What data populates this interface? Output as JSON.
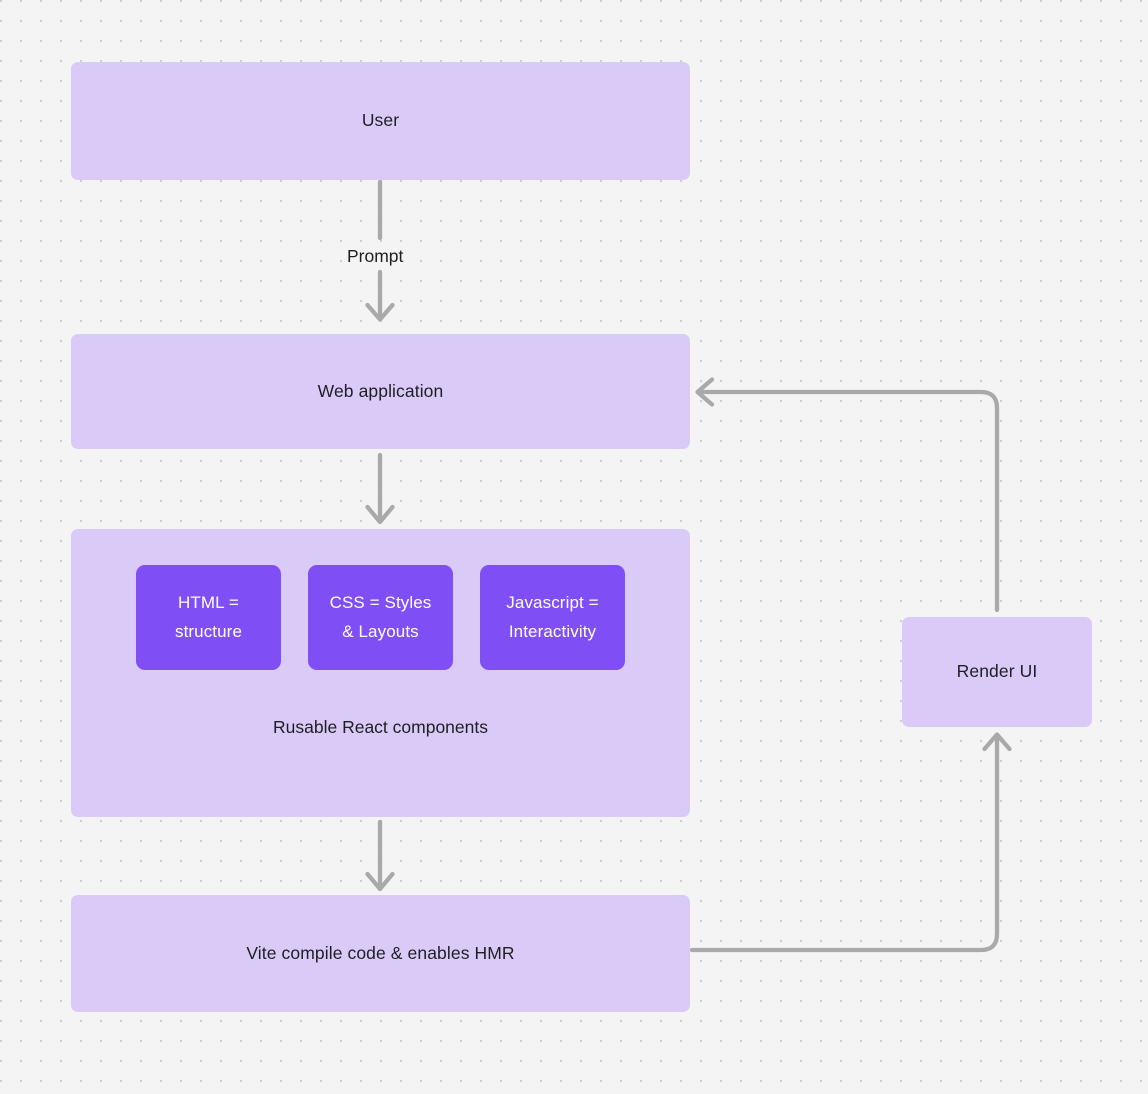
{
  "diagram": {
    "type": "flowchart",
    "background": "#f4f4f4",
    "node_fill": "#d9caf8",
    "chip_fill": "#7f4ef5",
    "edge_color": "#a9a9a9",
    "text_color": "#1f1f22",
    "nodes": [
      {
        "id": "user",
        "label": "User"
      },
      {
        "id": "webapp",
        "label": "Web application"
      },
      {
        "id": "components",
        "caption": "Rusable React components"
      },
      {
        "id": "vite",
        "label": "Vite compile code & enables HMR"
      },
      {
        "id": "render",
        "label": "Render UI"
      }
    ],
    "chips": [
      {
        "id": "html",
        "label": "HTML =\nstructure"
      },
      {
        "id": "css",
        "label": "CSS = Styles\n& Layouts"
      },
      {
        "id": "javascript",
        "label": "Javascript =\nInteractivity"
      }
    ],
    "edges": [
      {
        "id": "user-to-webapp",
        "label": "Prompt",
        "from": "user",
        "to": "webapp"
      },
      {
        "id": "webapp-to-components",
        "label": "",
        "from": "webapp",
        "to": "components"
      },
      {
        "id": "components-to-vite",
        "label": "",
        "from": "components",
        "to": "vite"
      },
      {
        "id": "vite-to-render",
        "label": "",
        "from": "vite",
        "to": "render"
      },
      {
        "id": "render-to-webapp",
        "label": "",
        "from": "render",
        "to": "webapp"
      }
    ]
  }
}
